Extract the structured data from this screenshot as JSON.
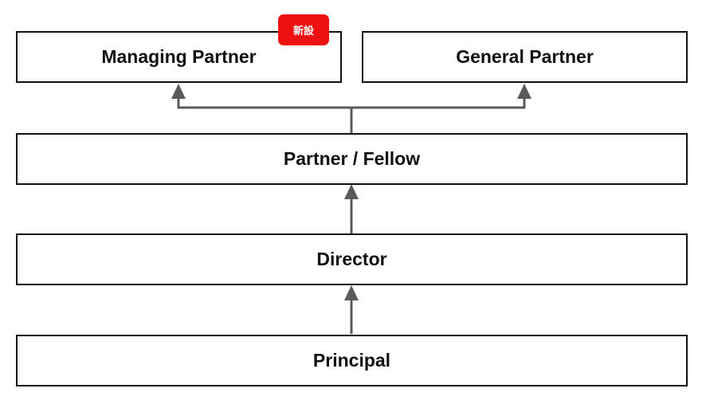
{
  "diagram": {
    "nodes": {
      "managing_partner": "Managing Partner",
      "general_partner": "General Partner",
      "partner_fellow": "Partner / Fellow",
      "director": "Director",
      "principal": "Principal"
    },
    "badge": {
      "label": "新設",
      "color": "#ee1111"
    },
    "arrow_color": "#5a5a5a",
    "border_color": "#111111"
  }
}
